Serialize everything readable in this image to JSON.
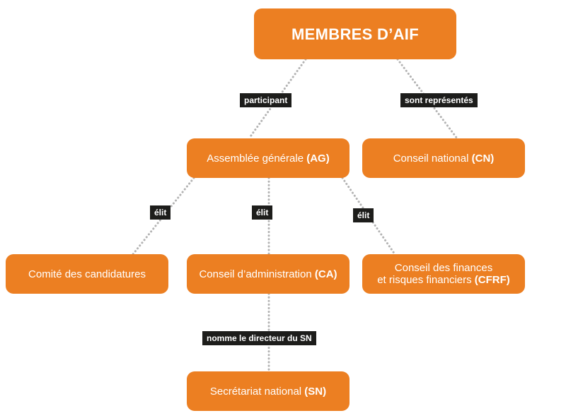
{
  "colors": {
    "box": "#ec7f22",
    "label_bg": "#1d1d1b",
    "text": "#ffffff",
    "connector": "#b3b3b3"
  },
  "nodes": {
    "root": {
      "text": "MEMBRES D’AIF"
    },
    "ag": {
      "text": "Assemblée générale",
      "abbr": "(AG)"
    },
    "cn": {
      "text": "Conseil national",
      "abbr": "(CN)"
    },
    "comite": {
      "text": "Comité des candidatures"
    },
    "ca": {
      "text": "Conseil d’administration",
      "abbr": "(CA)"
    },
    "cfrf": {
      "line1": "Conseil des finances",
      "line2": "et risques financiers",
      "abbr": "(CFRF)"
    },
    "sn": {
      "text": "Secrétariat national",
      "abbr": "(SN)"
    }
  },
  "edges": {
    "root_ag": "participant",
    "root_cn": "sont représentés",
    "ag_comite": "élit",
    "ag_ca": "élit",
    "ag_cfrf": "élit",
    "ca_sn": "nomme le directeur du SN"
  }
}
